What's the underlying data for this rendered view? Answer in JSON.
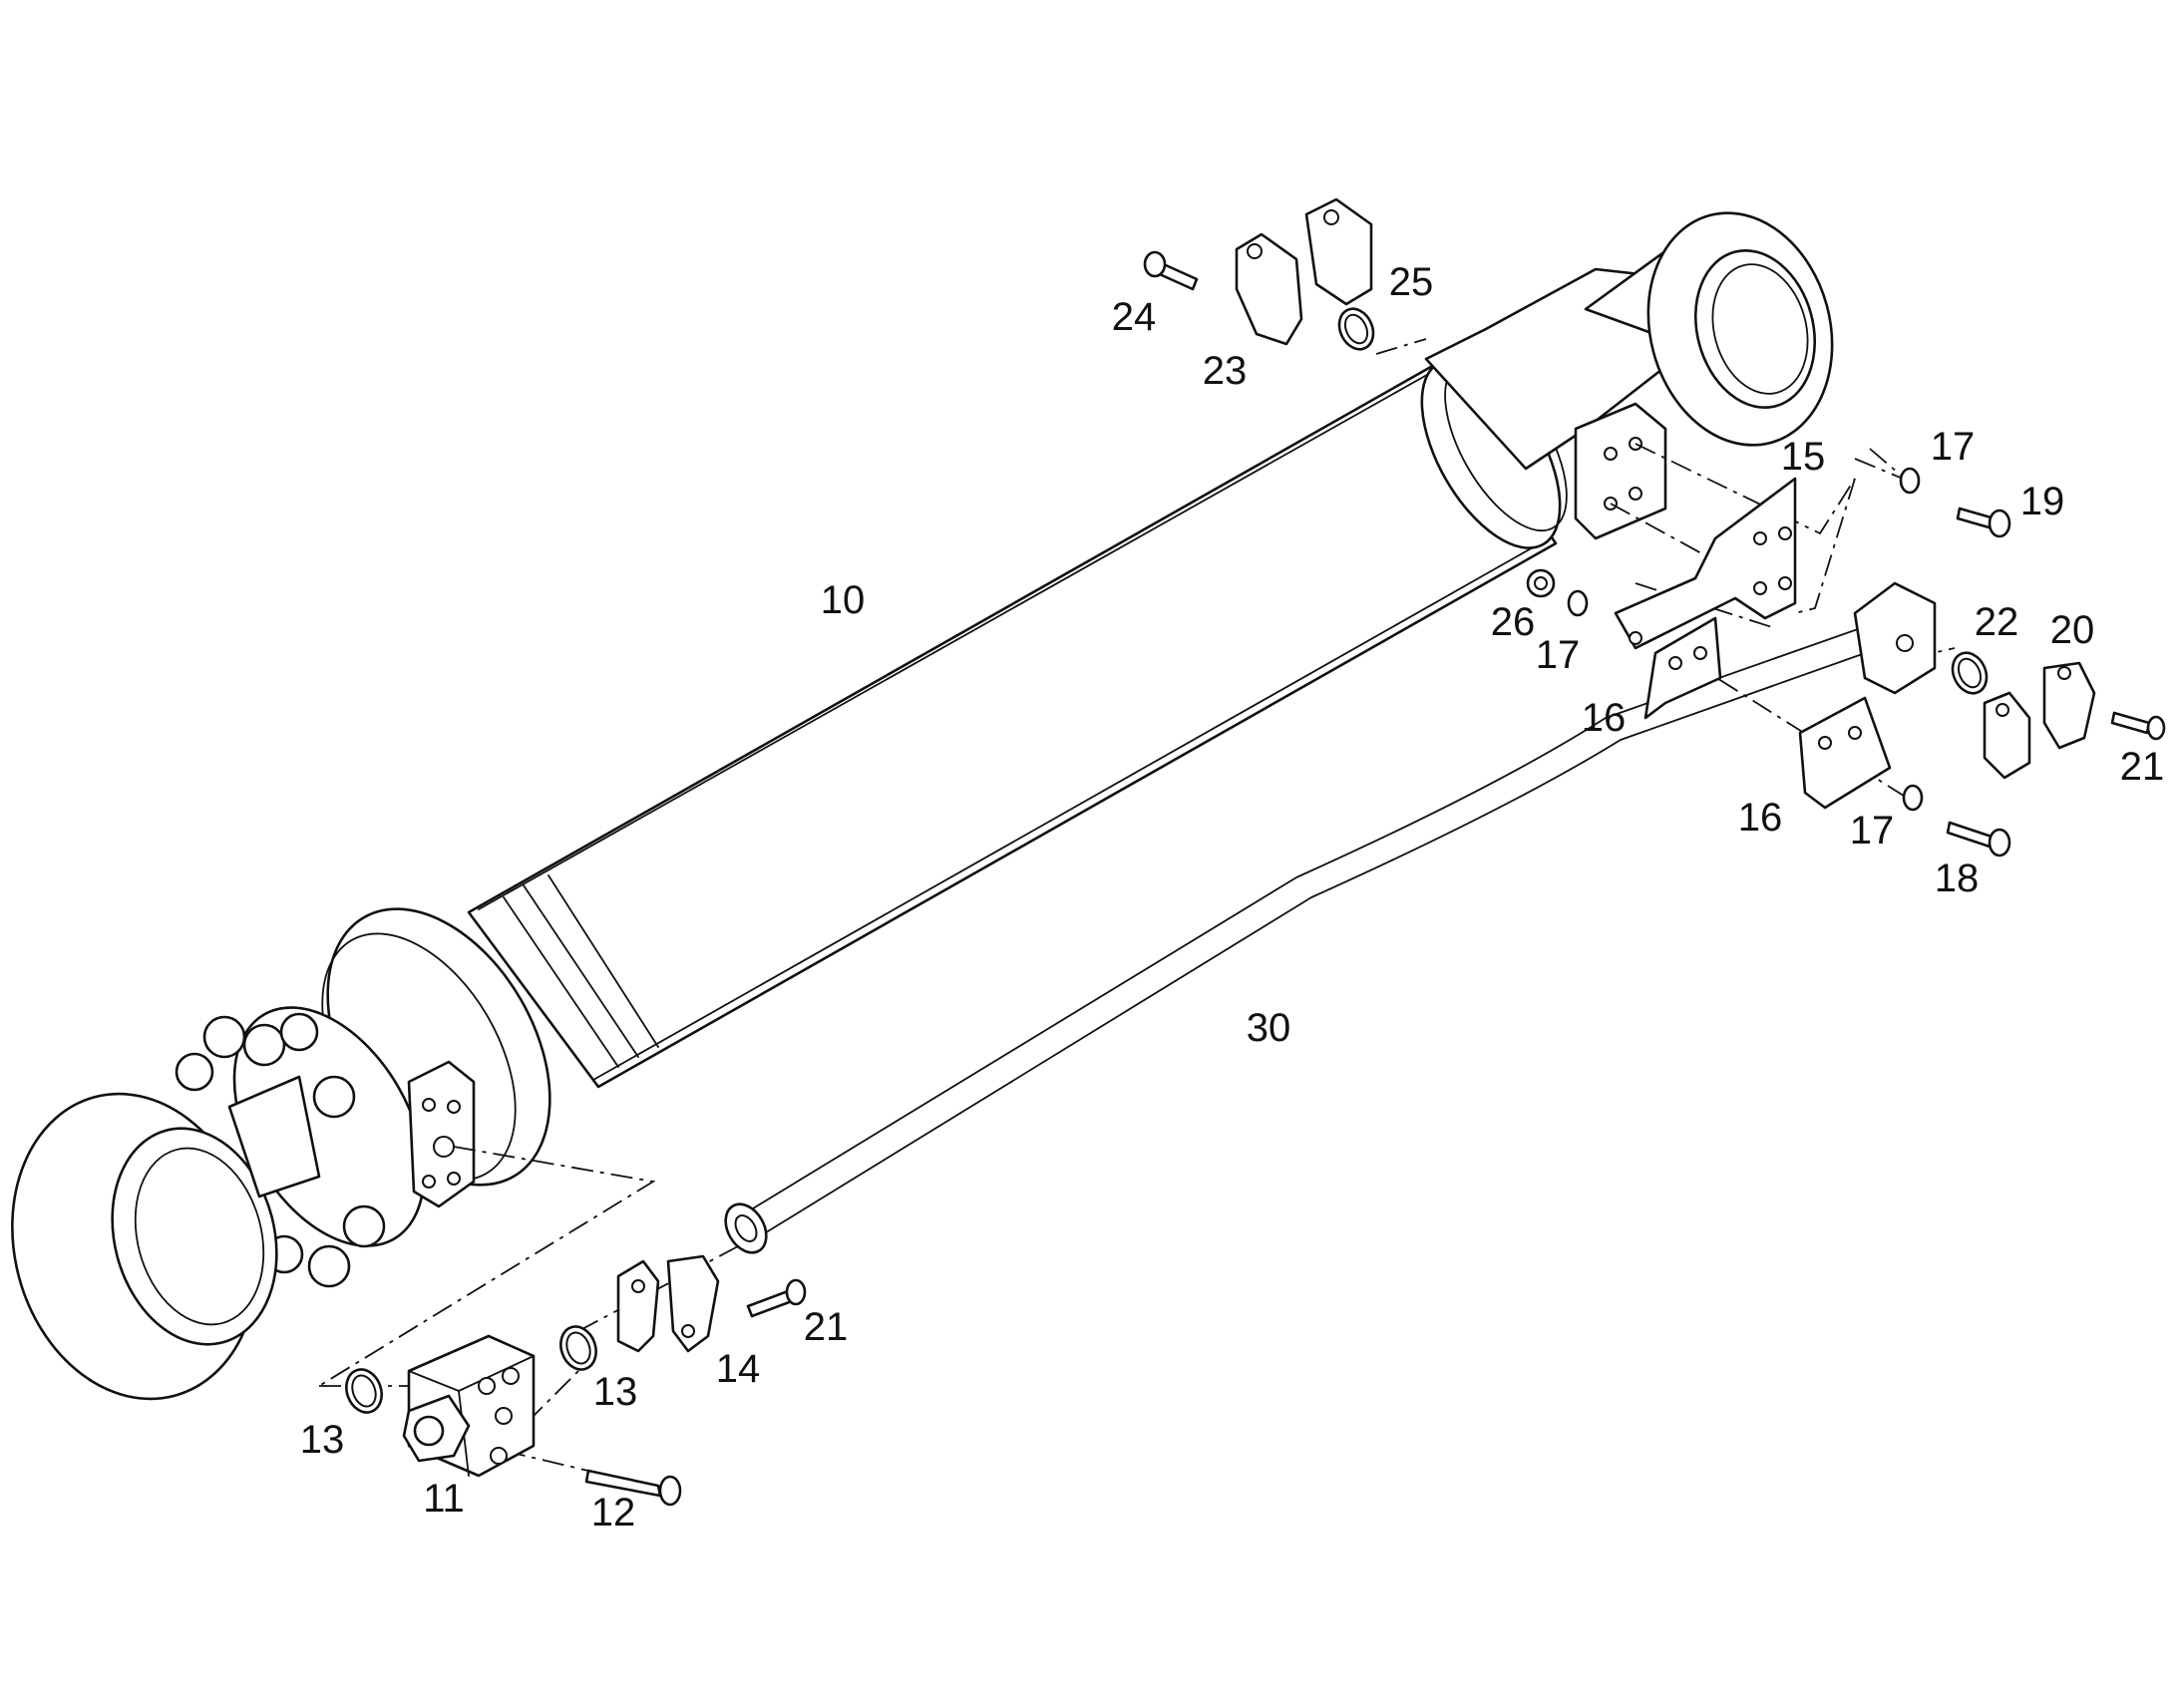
{
  "callouts": [
    {
      "id": "c10",
      "label": "10"
    },
    {
      "id": "c11",
      "label": "11"
    },
    {
      "id": "c12",
      "label": "12"
    },
    {
      "id": "c13a",
      "label": "13"
    },
    {
      "id": "c13b",
      "label": "13"
    },
    {
      "id": "c14",
      "label": "14"
    },
    {
      "id": "c15",
      "label": "15"
    },
    {
      "id": "c16a",
      "label": "16"
    },
    {
      "id": "c16b",
      "label": "16"
    },
    {
      "id": "c17a",
      "label": "17"
    },
    {
      "id": "c17b",
      "label": "17"
    },
    {
      "id": "c17c",
      "label": "17"
    },
    {
      "id": "c18",
      "label": "18"
    },
    {
      "id": "c19",
      "label": "19"
    },
    {
      "id": "c20",
      "label": "20"
    },
    {
      "id": "c21a",
      "label": "21"
    },
    {
      "id": "c21b",
      "label": "21"
    },
    {
      "id": "c22",
      "label": "22"
    },
    {
      "id": "c23",
      "label": "23"
    },
    {
      "id": "c24",
      "label": "24"
    },
    {
      "id": "c25",
      "label": "25"
    },
    {
      "id": "c26",
      "label": "26"
    },
    {
      "id": "c30",
      "label": "30"
    }
  ],
  "colors": {
    "line": "#111111",
    "background": "#ffffff"
  }
}
